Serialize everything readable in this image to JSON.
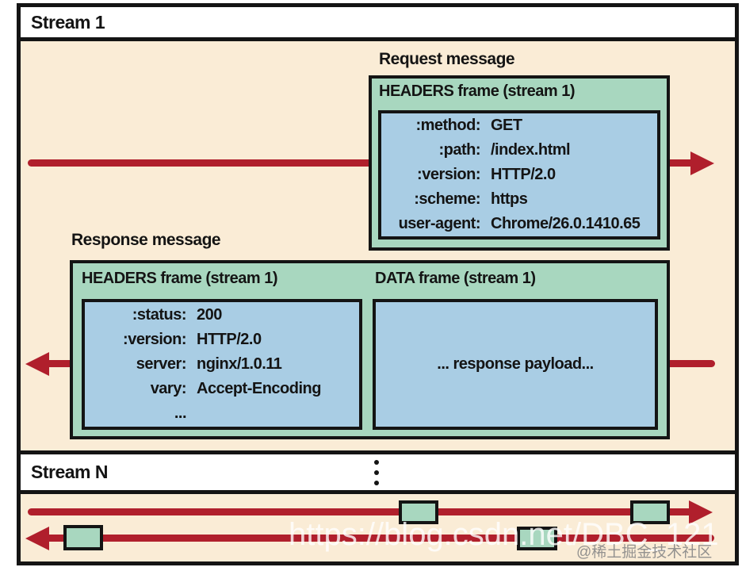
{
  "streams": {
    "stream1_label": "Stream 1",
    "streamN_label": "Stream N"
  },
  "request": {
    "label": "Request message",
    "frame_title": "HEADERS frame (stream 1)",
    "headers": [
      {
        "key": ":method:",
        "value": "GET"
      },
      {
        "key": ":path:",
        "value": "/index.html"
      },
      {
        "key": ":version:",
        "value": "HTTP/2.0"
      },
      {
        "key": ":scheme:",
        "value": "https"
      },
      {
        "key": "user-agent:",
        "value": "Chrome/26.0.1410.65"
      }
    ]
  },
  "response": {
    "label": "Response message",
    "headers_frame_title": "HEADERS frame (stream 1)",
    "data_frame_title": "DATA frame (stream 1)",
    "headers": [
      {
        "key": ":status:",
        "value": "200"
      },
      {
        "key": ":version:",
        "value": "HTTP/2.0"
      },
      {
        "key": "server:",
        "value": "nginx/1.0.11"
      },
      {
        "key": "vary:",
        "value": "Accept-Encoding"
      },
      {
        "key": "...",
        "value": ""
      }
    ],
    "data_payload": "... response payload..."
  },
  "watermarks": {
    "url": "https://blog.csdn.net/DBC_121",
    "community": "@稀土掘金技术社区"
  },
  "colors": {
    "background": "#faecd6",
    "frame_green": "#a8d7bf",
    "panel_blue": "#a9cde4",
    "arrow_red": "#b01f2c",
    "border_black": "#141414"
  }
}
